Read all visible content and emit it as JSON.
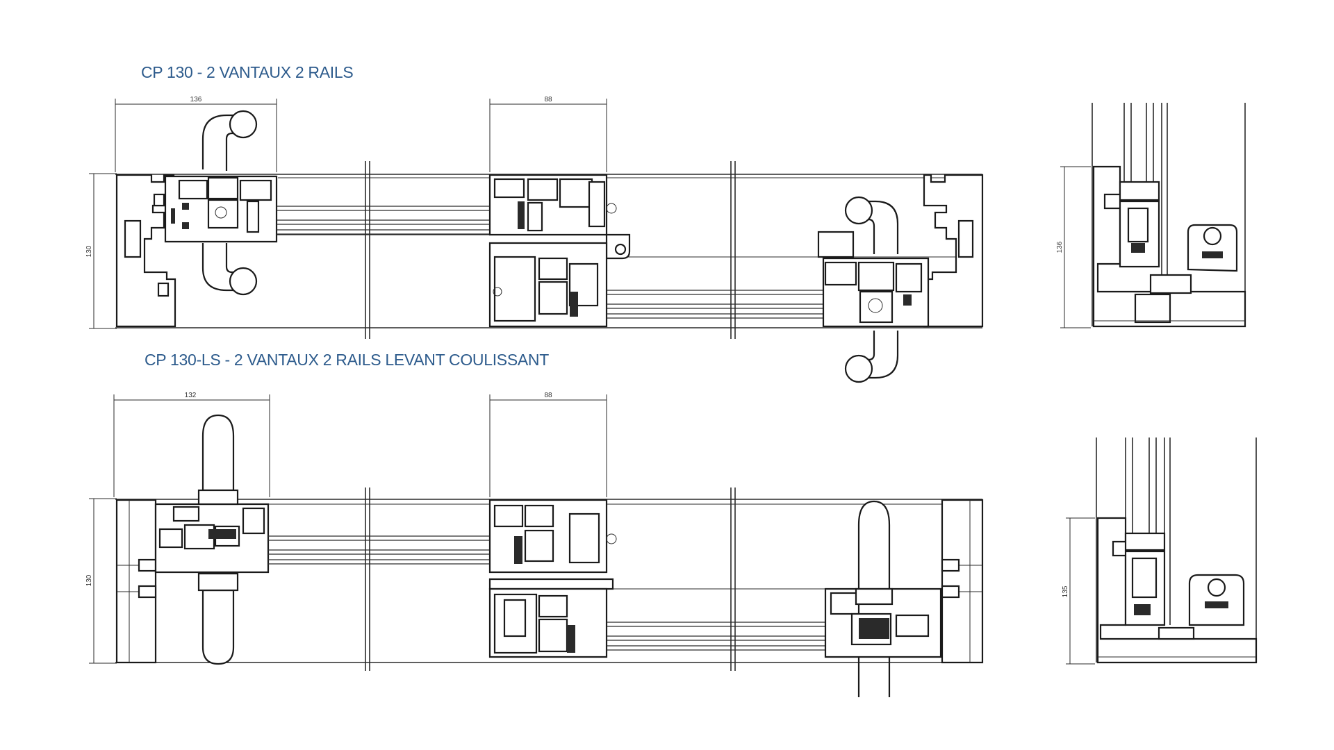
{
  "titles": {
    "top": "CP 130 - 2 VANTAUX 2 RAILS",
    "bottom": "CP 130-LS - 2 VANTAUX 2 RAILS LEVANT COULISSANT"
  },
  "dimensions": {
    "top_width_left": "136",
    "top_width_mid": "88",
    "top_height": "130",
    "top_section_height": "136",
    "bottom_width_left": "132",
    "bottom_width_mid": "88",
    "bottom_height": "130",
    "bottom_section_height": "135"
  },
  "colors": {
    "title": "#2d5b8c",
    "line": "#2a2a2a"
  }
}
